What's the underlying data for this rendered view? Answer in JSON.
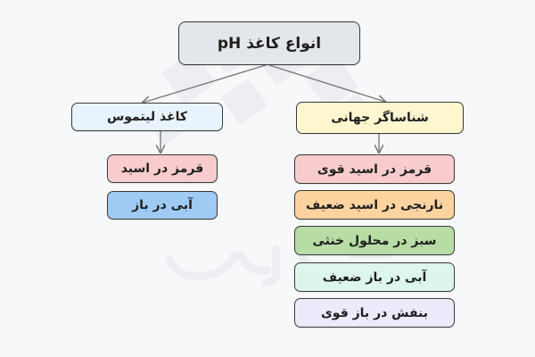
{
  "root": {
    "label": "انواع کاغذ pH",
    "color": "#e3e6ea"
  },
  "left_branch": {
    "label": "کاغذ لیتموس",
    "color": "#e9f3fd",
    "items": [
      {
        "label": "قرمز در اسید",
        "color": "#f8cccc"
      },
      {
        "label": "آبی در باز",
        "color": "#9fcaf4"
      }
    ]
  },
  "right_branch": {
    "label": "شناساگر جهانی",
    "color": "#fdf6cf",
    "items": [
      {
        "label": "قرمز در اسید قوی",
        "color": "#f8cccc"
      },
      {
        "label": "نارنجی در اسید ضعیف",
        "color": "#fdd3a0"
      },
      {
        "label": "سبز در محلول خنثی",
        "color": "#b7dca4"
      },
      {
        "label": "آبی در باز ضعیف",
        "color": "#dcf6ec"
      },
      {
        "label": "بنفش در باز قوی",
        "color": "#eceafb"
      }
    ]
  },
  "colors": {
    "line": "#7a7a7a",
    "border": "#3a3a3a",
    "watermark": "#eceef2"
  }
}
